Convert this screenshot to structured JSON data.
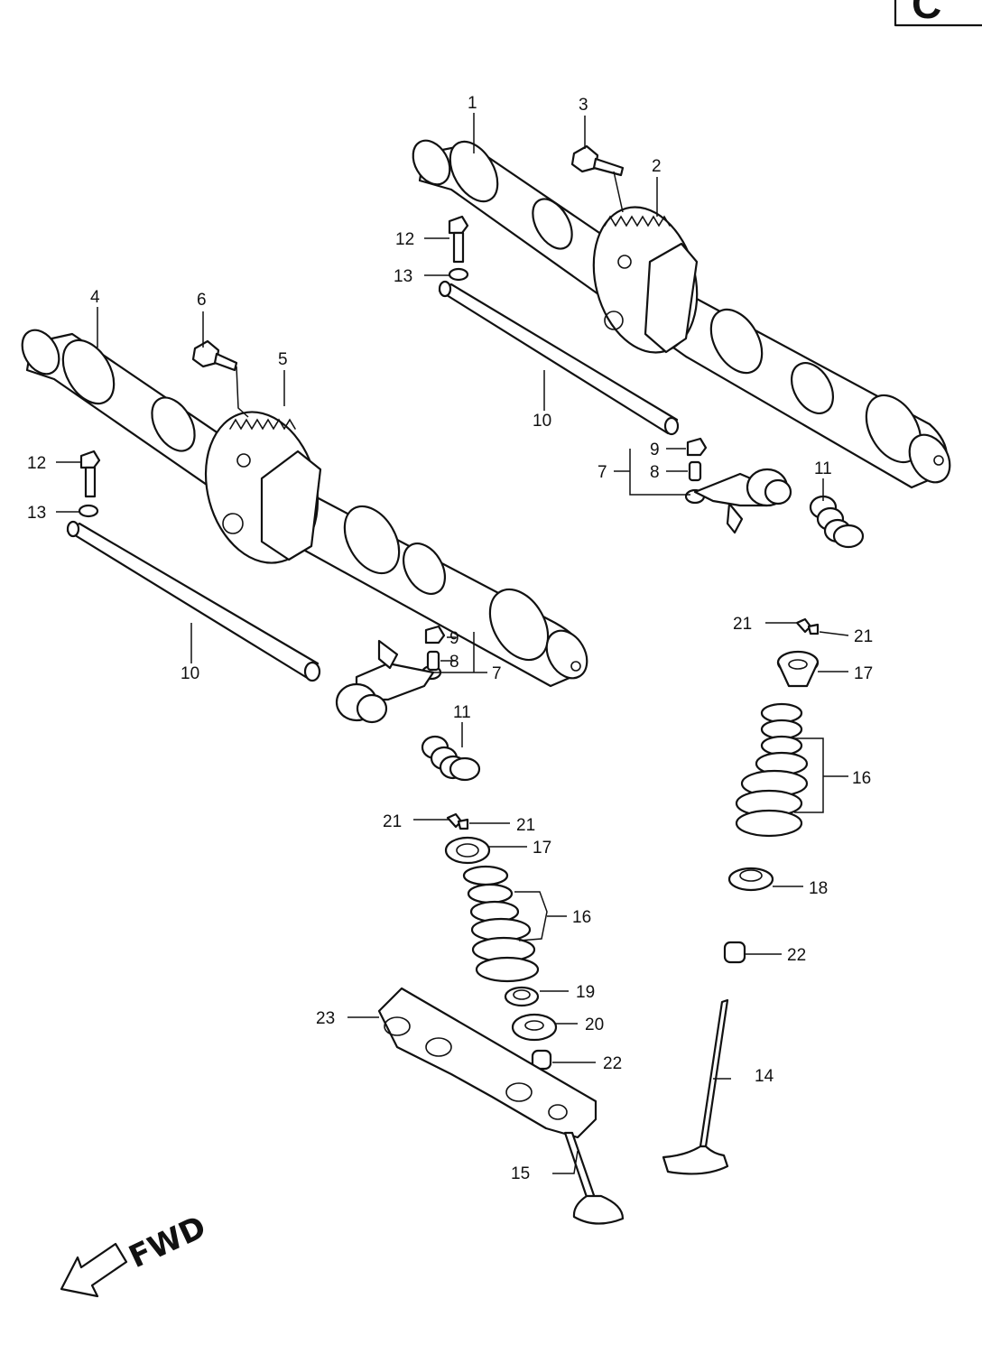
{
  "corner_tab": {
    "label": "C"
  },
  "fwd": {
    "label": "FWD"
  },
  "callouts": [
    {
      "id": "c1",
      "text": "1"
    },
    {
      "id": "c2",
      "text": "2"
    },
    {
      "id": "c3",
      "text": "3"
    },
    {
      "id": "c4",
      "text": "4"
    },
    {
      "id": "c5",
      "text": "5"
    },
    {
      "id": "c6",
      "text": "6"
    },
    {
      "id": "c7a",
      "text": "7"
    },
    {
      "id": "c7b",
      "text": "7"
    },
    {
      "id": "c8a",
      "text": "8"
    },
    {
      "id": "c8b",
      "text": "8"
    },
    {
      "id": "c9a",
      "text": "9"
    },
    {
      "id": "c9b",
      "text": "9"
    },
    {
      "id": "c10a",
      "text": "10"
    },
    {
      "id": "c10b",
      "text": "10"
    },
    {
      "id": "c11a",
      "text": "11"
    },
    {
      "id": "c11b",
      "text": "11"
    },
    {
      "id": "c12a",
      "text": "12"
    },
    {
      "id": "c12b",
      "text": "12"
    },
    {
      "id": "c13a",
      "text": "13"
    },
    {
      "id": "c13b",
      "text": "13"
    },
    {
      "id": "c14",
      "text": "14"
    },
    {
      "id": "c15",
      "text": "15"
    },
    {
      "id": "c16a",
      "text": "16"
    },
    {
      "id": "c16b",
      "text": "16"
    },
    {
      "id": "c17a",
      "text": "17"
    },
    {
      "id": "c17b",
      "text": "17"
    },
    {
      "id": "c18",
      "text": "18"
    },
    {
      "id": "c19",
      "text": "19"
    },
    {
      "id": "c20",
      "text": "20"
    },
    {
      "id": "c21a",
      "text": "21"
    },
    {
      "id": "c21b",
      "text": "21"
    },
    {
      "id": "c21c",
      "text": "21"
    },
    {
      "id": "c21d",
      "text": "21"
    },
    {
      "id": "c22a",
      "text": "22"
    },
    {
      "id": "c22b",
      "text": "22"
    },
    {
      "id": "c23",
      "text": "23"
    }
  ]
}
